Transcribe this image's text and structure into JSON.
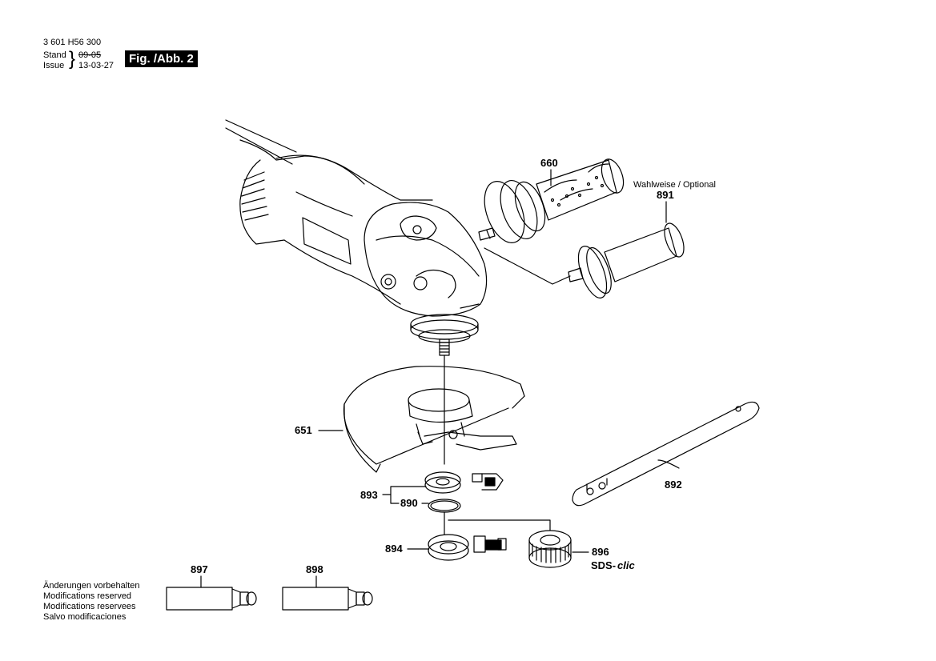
{
  "header": {
    "part_number": "3 601 H56 300",
    "stand_label": "Stand",
    "issue_label": "Issue",
    "old_date": "09-05",
    "new_date": "13-03-27",
    "figure": "Fig. /Abb. 2"
  },
  "notes": [
    "Änderungen vorbehalten",
    "Modifications reserved",
    "Modifications reservees",
    "Salvo modificaciones"
  ],
  "parts": {
    "p660": "660",
    "p891": "891",
    "optional": "Wahlweise / Optional",
    "p651": "651",
    "p892": "892",
    "p893": "893",
    "p890": "890",
    "p894": "894",
    "p896": "896",
    "sds": "SDS-",
    "sds_clic": "clic",
    "p897": "897",
    "p898": "898"
  }
}
